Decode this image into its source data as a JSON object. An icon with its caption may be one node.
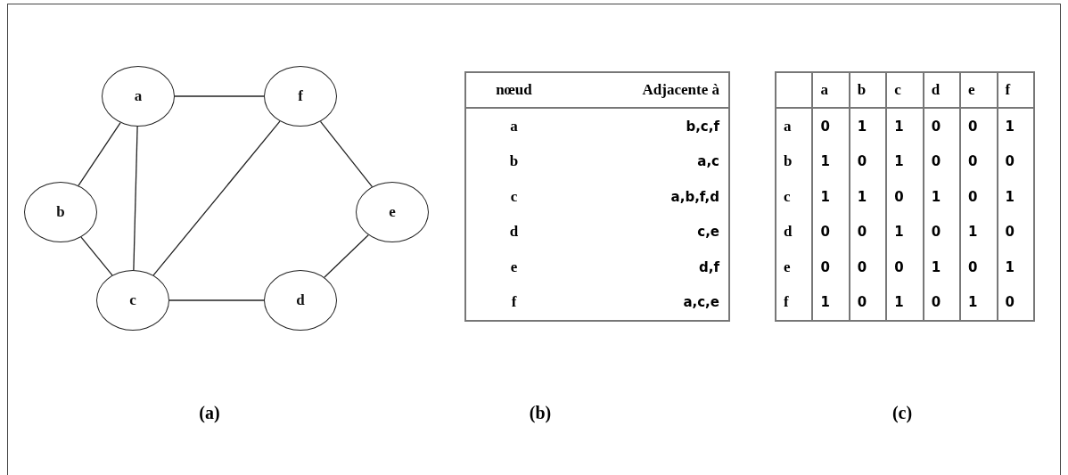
{
  "diagram": {
    "nodes": [
      {
        "text": [
          "a"
        ]
      },
      {
        "text": [
          "f"
        ]
      },
      {
        "text": [
          "b"
        ]
      },
      {
        "text": [
          "e"
        ]
      },
      {
        "text": [
          "c"
        ]
      },
      {
        "text": [
          "d"
        ]
      }
    ],
    "edges": [
      {
        "from": 0,
        "to": 1,
        "arrow": "none"
      },
      {
        "from": 0,
        "to": 2,
        "arrow": "none"
      },
      {
        "from": 0,
        "to": 4,
        "arrow": "none"
      },
      {
        "from": 1,
        "to": 4,
        "arrow": "none"
      },
      {
        "from": 1,
        "to": 3,
        "arrow": "none"
      },
      {
        "from": 2,
        "to": 4,
        "arrow": "none"
      },
      {
        "from": 4,
        "to": 5,
        "arrow": "none"
      },
      {
        "from": 5,
        "to": 3,
        "arrow": "none"
      }
    ],
    "labels": [
      "nœud",
      "Adjacente à",
      "a",
      "b,c,f",
      "b",
      "a,c",
      "c",
      "a,b,f,d",
      "d",
      "c,e",
      "e",
      "d,f",
      "f",
      "a,c,e",
      "a",
      "b",
      "c",
      "d",
      "e",
      "f",
      "a",
      "0",
      "1",
      "1",
      "0",
      "0",
      "1",
      "b",
      "1",
      "0",
      "1",
      "0",
      "0",
      "0",
      "c",
      "1",
      "1",
      "0",
      "1",
      "0",
      "1",
      "d",
      "0",
      "0",
      "1",
      "0",
      "1",
      "0",
      "e",
      "0",
      "0",
      "0",
      "1",
      "0",
      "1",
      "f",
      "1",
      "0",
      "1",
      "0",
      "1",
      "0",
      "(a)",
      "(b)",
      "(c)"
    ]
  }
}
